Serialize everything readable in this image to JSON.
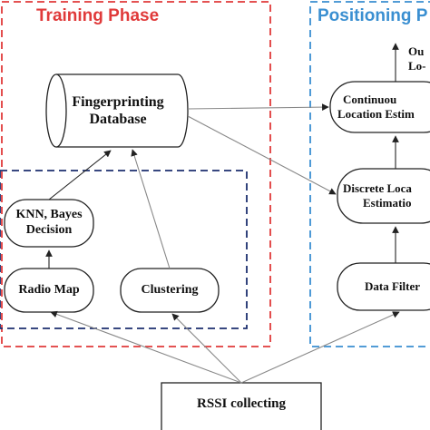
{
  "colors": {
    "training": "#e03a3a",
    "positioning": "#3a8fd1",
    "inner": "#1c2f6e",
    "stroke": "#222222",
    "arrow": "#888888"
  },
  "phases": {
    "training_title": "Training Phase",
    "positioning_title": "Positioning P"
  },
  "nodes": {
    "database": [
      "Fingerprinting",
      "Database"
    ],
    "knn": [
      "KNN, Bayes",
      "Decision"
    ],
    "radio_map": "Radio Map",
    "clustering": "Clustering",
    "output": [
      "Ou",
      "Lo-"
    ],
    "continuous": [
      "Continuou",
      "Location Estim"
    ],
    "discrete": [
      "Discrete Loca",
      "Estimatio"
    ],
    "filter": "Data Filter",
    "rssi": "RSSI collecting"
  }
}
